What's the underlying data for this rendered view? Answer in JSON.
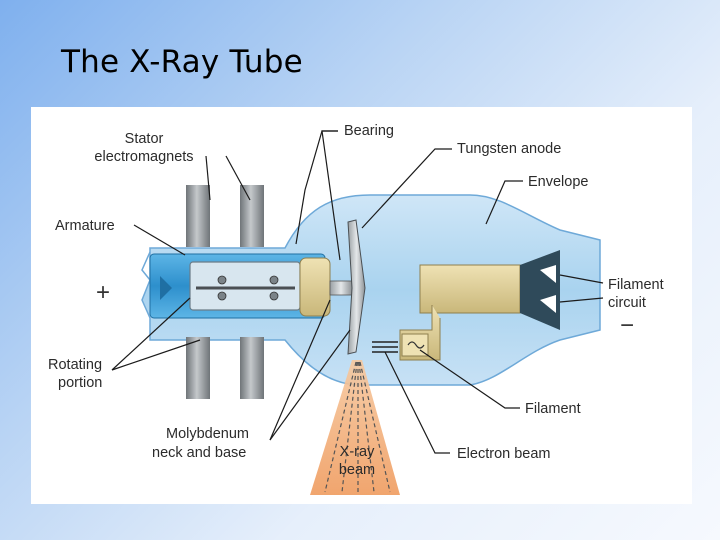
{
  "slide": {
    "title": "The X-Ray Tube"
  },
  "labels": {
    "stator_line1": "Stator",
    "stator_line2": "electromagnets",
    "bearing": "Bearing",
    "tungsten_anode": "Tungsten anode",
    "envelope": "Envelope",
    "armature": "Armature",
    "filament_circuit_line1": "Filament",
    "filament_circuit_line2": "circuit",
    "rotating_line1": "Rotating",
    "rotating_line2": "portion",
    "filament": "Filament",
    "moly_line1": "Molybdenum",
    "moly_line2": "neck and base",
    "xray_line1": "X-ray",
    "xray_line2": "beam",
    "electron_beam": "Electron beam",
    "plus_sign": "+",
    "minus_sign": "−"
  },
  "colors": {
    "envelope_fill": "#a9d3ef",
    "envelope_stroke": "#6ea9d8",
    "rotor_blue": "#3fa3da",
    "stator_gray": "#8e9397",
    "cathode_tan": "#dccd98",
    "xray_orange": "#f0a066"
  }
}
